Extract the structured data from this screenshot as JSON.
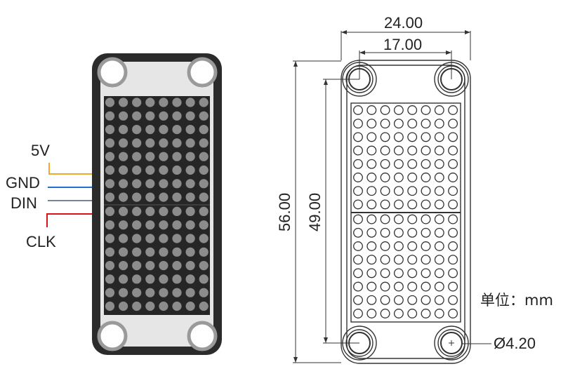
{
  "left_module": {
    "pins": [
      {
        "label": "5V",
        "color": "#f0a830"
      },
      {
        "label": "GND",
        "color": "#1f6fd6"
      },
      {
        "label": "DIN",
        "color": "#7a8496"
      },
      {
        "label": "CLK",
        "color": "#d6141a"
      }
    ],
    "matrix": {
      "columns": 8,
      "rows": 16,
      "blocks": 2
    },
    "colors": {
      "board": "#2b2b2b",
      "panel": "#e8e8e8",
      "led": "#8c8c8c",
      "mount_ring": "#9a9a9a"
    }
  },
  "drawing": {
    "dimensions": {
      "overall_width": "24.00",
      "hole_spacing_x": "17.00",
      "overall_height": "56.00",
      "hole_spacing_y": "49.00",
      "hole_diameter": "Ø4.20"
    },
    "unit_label": "单位：mm",
    "matrix": {
      "columns": 8,
      "rows": 16,
      "blocks": 2
    }
  }
}
